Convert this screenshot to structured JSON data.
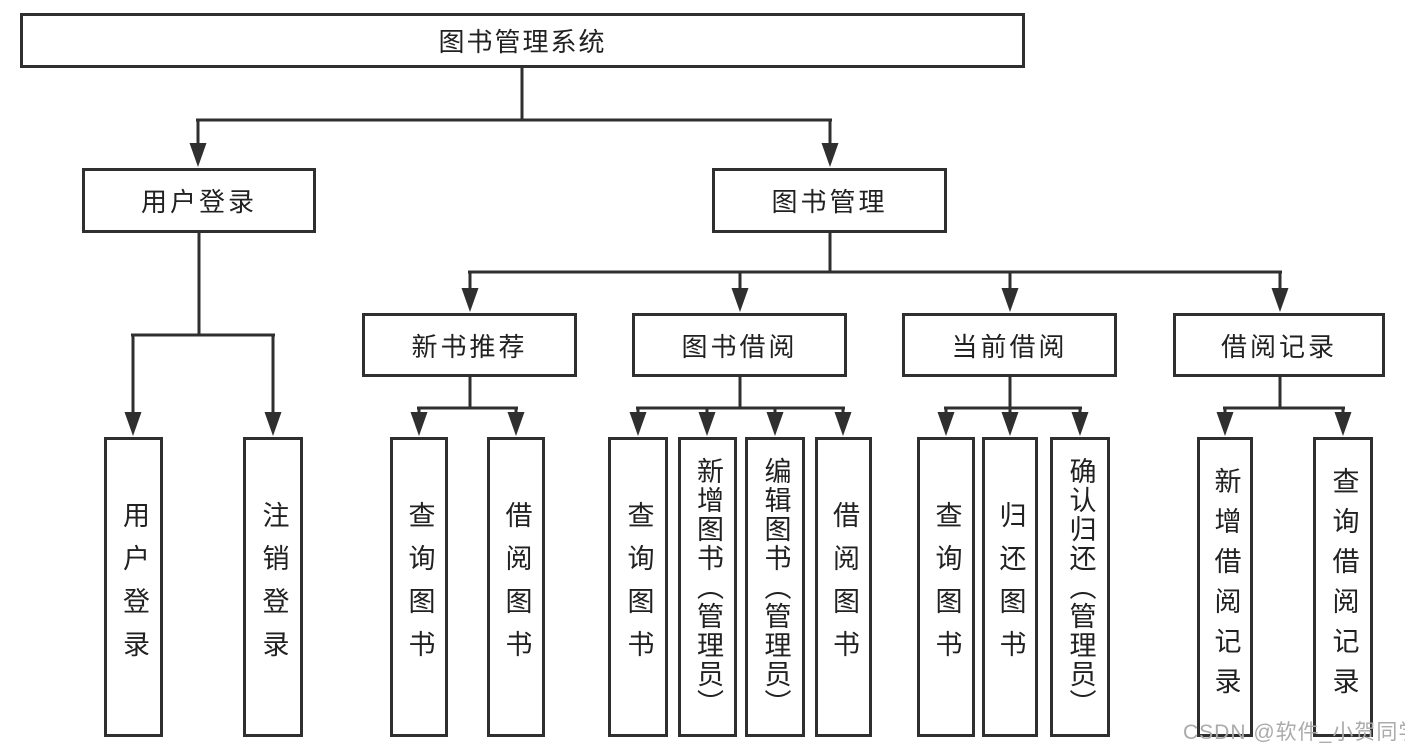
{
  "colors": {
    "line": "#2f2f2f",
    "text": "#212121",
    "watermark": "#ababab",
    "background": "#ffffff"
  },
  "watermark": "CSDN @软件_小贺同学",
  "tree": {
    "label": "图书管理系统",
    "children": [
      {
        "label": "用户登录",
        "children": [
          {
            "label": "用户登录"
          },
          {
            "label": "注销登录"
          }
        ]
      },
      {
        "label": "图书管理",
        "children": [
          {
            "label": "新书推荐",
            "children": [
              {
                "label": "查询图书"
              },
              {
                "label": "借阅图书"
              }
            ]
          },
          {
            "label": "图书借阅",
            "children": [
              {
                "label": "查询图书"
              },
              {
                "label": "新增图书（管理员）"
              },
              {
                "label": "编辑图书（管理员）"
              },
              {
                "label": "借阅图书"
              }
            ]
          },
          {
            "label": "当前借阅",
            "children": [
              {
                "label": "查询图书"
              },
              {
                "label": "归还图书"
              },
              {
                "label": "确认归还（管理员）"
              }
            ]
          },
          {
            "label": "借阅记录",
            "children": [
              {
                "label": "新增借阅记录"
              },
              {
                "label": "查询借阅记录"
              }
            ]
          }
        ]
      }
    ]
  }
}
